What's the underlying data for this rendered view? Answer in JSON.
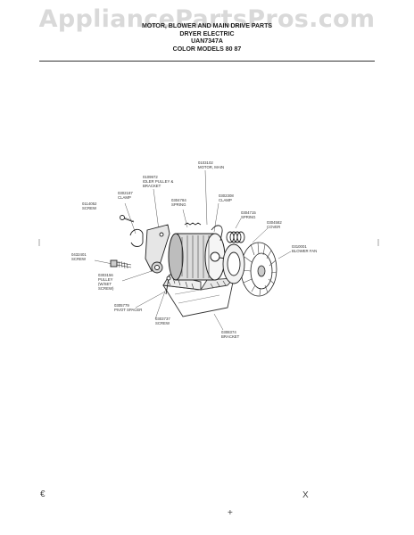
{
  "watermark": "AppliancePartsPros.com",
  "header": {
    "line1": "MOTOR, BLOWER AND MAIN DRIVE PARTS",
    "line2": "DRYER ELECTRIC",
    "line3": "UAN7347A",
    "line4": "COLOR MODELS 80  87"
  },
  "parts": [
    {
      "id": "motor",
      "number": "0103102",
      "name": "MOTOR, MAIN"
    },
    {
      "id": "idler-pulley",
      "number": "0109972",
      "name": "IDLER PULLEY & BRACKET"
    },
    {
      "id": "clamp-left",
      "number": "0302187",
      "name": "CLAMP"
    },
    {
      "id": "screw-left",
      "number": "0114052",
      "name": "SCREW"
    },
    {
      "id": "spring-upper",
      "number": "0304784",
      "name": "SPRING"
    },
    {
      "id": "clamp-right",
      "number": "0302308",
      "name": "CLAMP"
    },
    {
      "id": "spring-right",
      "number": "0304715",
      "name": "SPRING"
    },
    {
      "id": "cover",
      "number": "0304582",
      "name": "COVER"
    },
    {
      "id": "blower-fan",
      "number": "0310001",
      "name": "BLOWER FAN"
    },
    {
      "id": "screw-lower",
      "number": "0432401",
      "name": "SCREW"
    },
    {
      "id": "pulley",
      "number": "0303156",
      "name": "PULLEY (W/SET SCREW)"
    },
    {
      "id": "pivot-spacer",
      "number": "0305779",
      "name": "PIVOT SPACER"
    },
    {
      "id": "screw-bottom",
      "number": "0303737",
      "name": "SCREW"
    },
    {
      "id": "bracket",
      "number": "0308374",
      "name": "BRACKET"
    }
  ],
  "marks": {
    "bottom_left": "€",
    "bottom_right": "X",
    "bottom_center": "+"
  }
}
